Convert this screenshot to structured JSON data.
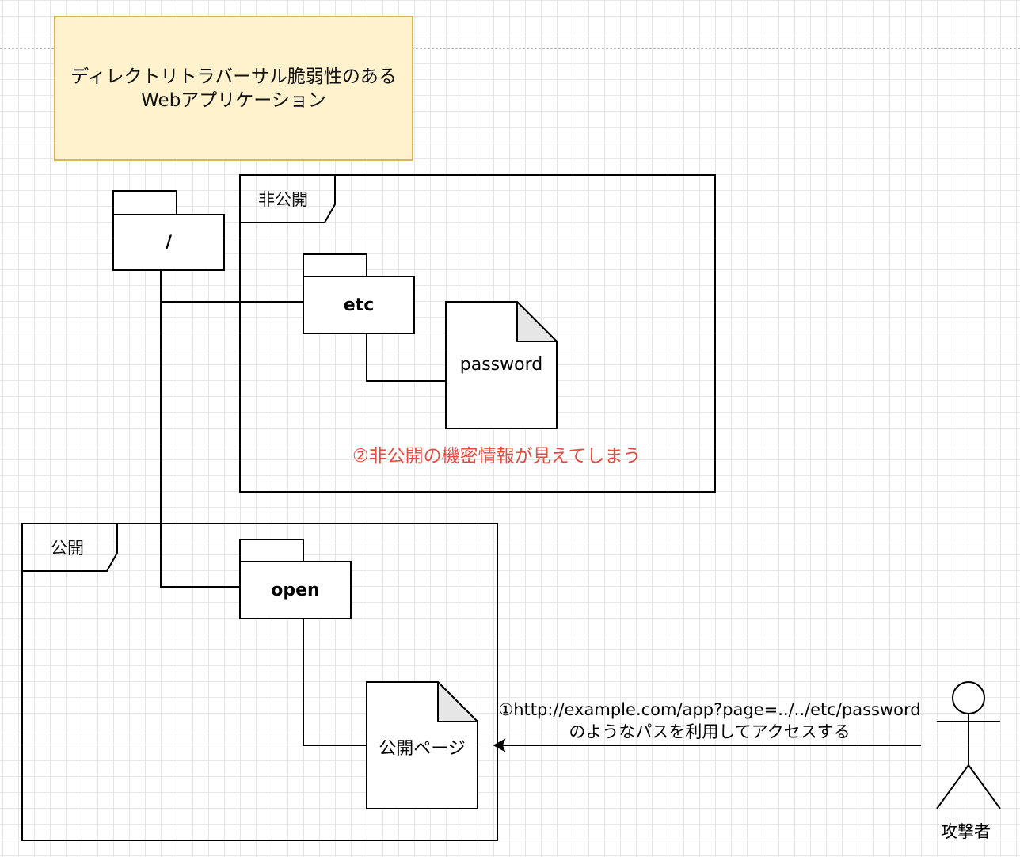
{
  "title": {
    "line1": "ディレクトリトラバーサル脆弱性のある",
    "line2": "Webアプリケーション"
  },
  "frames": {
    "private_label": "非公開",
    "public_label": "公開"
  },
  "folders": {
    "root": "/",
    "etc": "etc",
    "open": "open"
  },
  "documents": {
    "password": "password",
    "public_page": "公開ページ"
  },
  "notes": {
    "leak": "②非公開の機密情報が見えてしまう",
    "attack_line1": "①http://example.com/app?page=../../etc/password",
    "attack_line2": "のようなパスを利用してアクセスする"
  },
  "actor": {
    "label": "攻撃者"
  },
  "colors": {
    "title_fill": "#fff2cc",
    "title_border": "#d6b656",
    "note_red": "#ea4a3f",
    "doc_fold": "#e6e6e6"
  }
}
